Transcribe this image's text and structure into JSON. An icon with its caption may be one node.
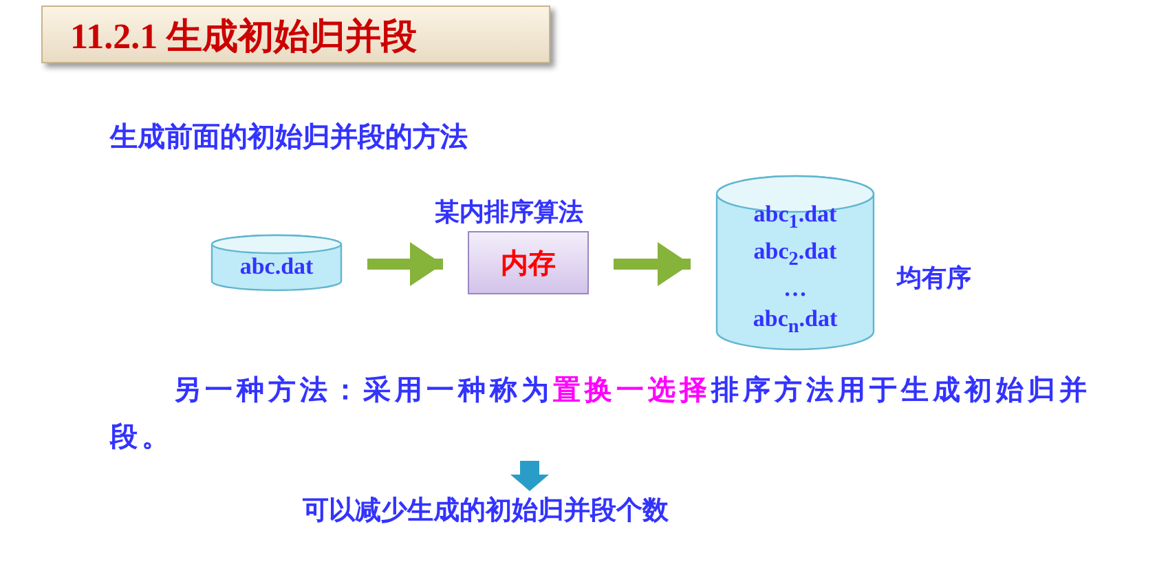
{
  "diagram": {
    "title": "11.2.1 生成初始归并段",
    "nodes": [
      {
        "text": [
          "abc.dat"
        ]
      },
      {
        "text": [
          "内存"
        ],
        "beside": [
          "某内排序算法"
        ]
      },
      {
        "text": [
          "abc$_{1}$.dat",
          "abc$_{2}$.dat",
          "…",
          "abc$_{n}$.dat"
        ],
        "beside": [
          "均有序"
        ]
      },
      {
        "text": [
          "另一种方法：采用一种称为**置换一选择**排序方法用于生成初始归并段。"
        ]
      },
      {
        "text": [
          "可以减少生成的初始归并段个数"
        ]
      }
    ],
    "edges": [
      {
        "from": 0,
        "to": 1,
        "arrow": "to"
      },
      {
        "from": 1,
        "to": 2,
        "arrow": "to"
      },
      {
        "from": 3,
        "to": 4,
        "arrow": "to",
        "color": "#2a9cc8"
      }
    ],
    "labels": [
      "生成前面的初始归并段的方法"
    ]
  }
}
